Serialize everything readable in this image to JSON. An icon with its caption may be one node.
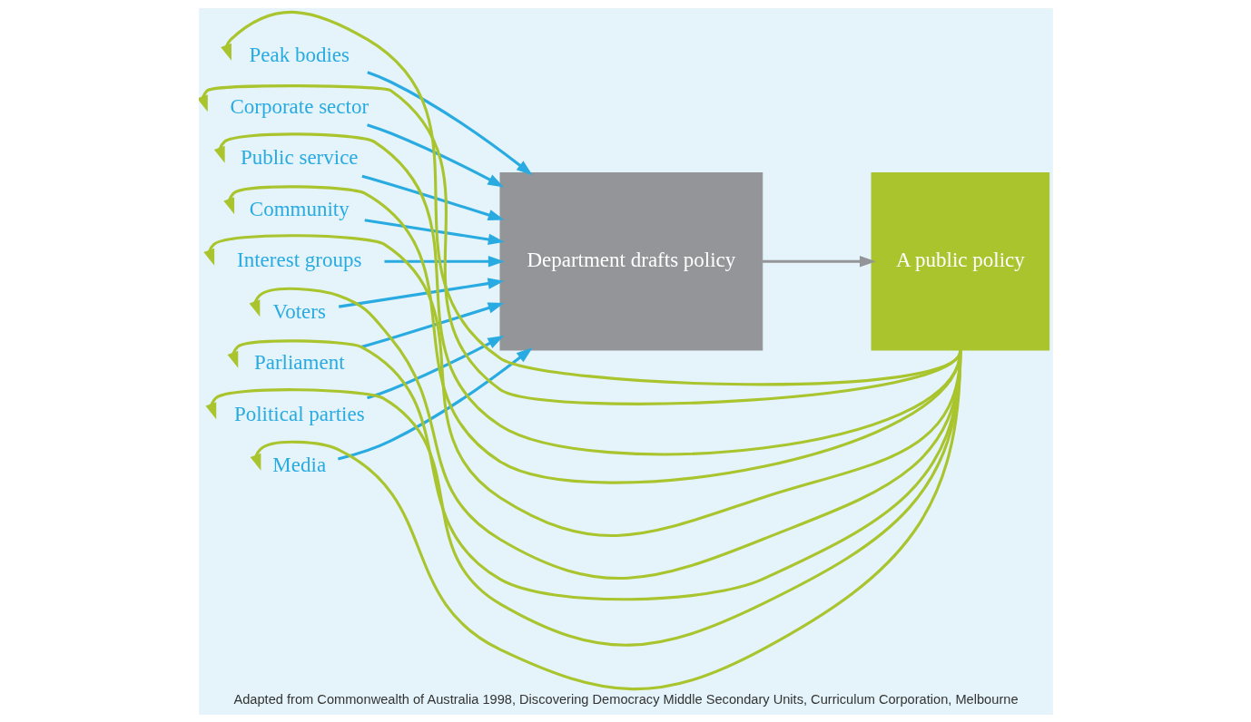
{
  "diagram": {
    "caption": "Adapted from Commonwealth of Australia 1998, Discovering Democracy Middle Secondary Units, Curriculum Corporation, Melbourne",
    "nodes": [
      {
        "text": [
          "Peak bodies"
        ]
      },
      {
        "text": [
          "Corporate sector"
        ]
      },
      {
        "text": [
          "Public service"
        ]
      },
      {
        "text": [
          "Community"
        ]
      },
      {
        "text": [
          "Interest groups"
        ]
      },
      {
        "text": [
          "Voters"
        ]
      },
      {
        "text": [
          "Parliament"
        ]
      },
      {
        "text": [
          "Political parties"
        ]
      },
      {
        "text": [
          "Media"
        ]
      },
      {
        "text": [
          "Department drafts policy"
        ]
      },
      {
        "text": [
          "A public policy"
        ]
      }
    ],
    "edges": [
      {
        "from": 0,
        "to": 9,
        "arrow": "to",
        "color": "#29abe2"
      },
      {
        "from": 1,
        "to": 9,
        "arrow": "to",
        "color": "#29abe2"
      },
      {
        "from": 2,
        "to": 9,
        "arrow": "to",
        "color": "#29abe2"
      },
      {
        "from": 3,
        "to": 9,
        "arrow": "to",
        "color": "#29abe2"
      },
      {
        "from": 4,
        "to": 9,
        "arrow": "to",
        "color": "#29abe2"
      },
      {
        "from": 5,
        "to": 9,
        "arrow": "to",
        "color": "#29abe2"
      },
      {
        "from": 6,
        "to": 9,
        "arrow": "to",
        "color": "#29abe2"
      },
      {
        "from": 7,
        "to": 9,
        "arrow": "to",
        "color": "#29abe2"
      },
      {
        "from": 8,
        "to": 9,
        "arrow": "to",
        "color": "#29abe2"
      },
      {
        "from": 9,
        "to": 10,
        "arrow": "to",
        "color": "#939598"
      },
      {
        "from": 10,
        "to": 0,
        "arrow": "to",
        "color": "#a9c42d"
      },
      {
        "from": 10,
        "to": 1,
        "arrow": "to",
        "color": "#a9c42d"
      },
      {
        "from": 10,
        "to": 2,
        "arrow": "to",
        "color": "#a9c42d"
      },
      {
        "from": 10,
        "to": 3,
        "arrow": "to",
        "color": "#a9c42d"
      },
      {
        "from": 10,
        "to": 4,
        "arrow": "to",
        "color": "#a9c42d"
      },
      {
        "from": 10,
        "to": 5,
        "arrow": "to",
        "color": "#a9c42d"
      },
      {
        "from": 10,
        "to": 6,
        "arrow": "to",
        "color": "#a9c42d"
      },
      {
        "from": 10,
        "to": 7,
        "arrow": "to",
        "color": "#a9c42d"
      },
      {
        "from": 10,
        "to": 8,
        "arrow": "to",
        "color": "#a9c42d"
      }
    ]
  }
}
